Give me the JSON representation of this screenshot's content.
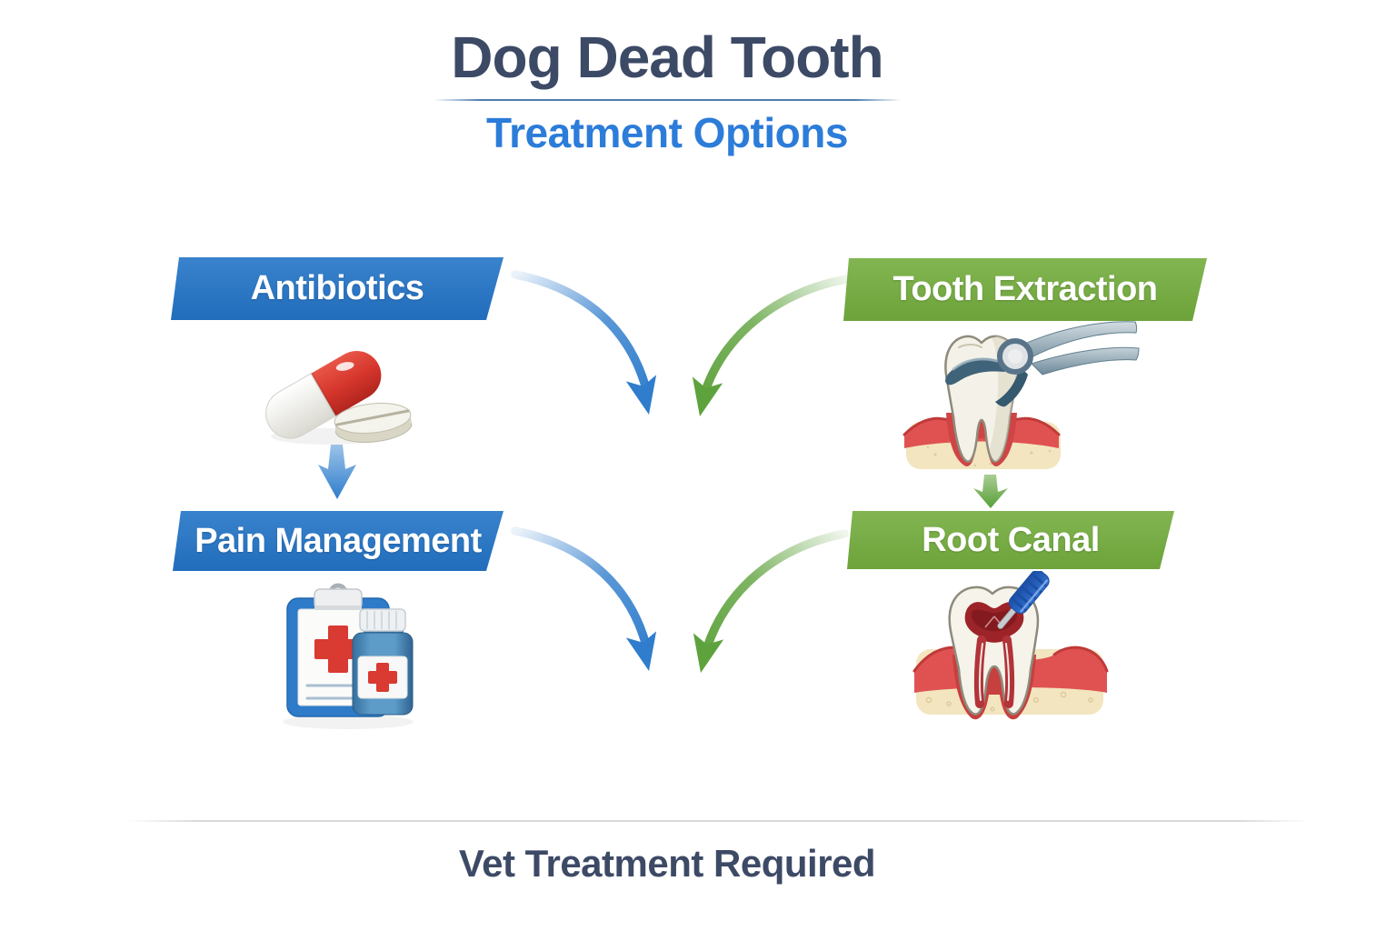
{
  "header": {
    "title": "Dog Dead Tooth",
    "subtitle": "Treatment Options"
  },
  "nodes": [
    {
      "id": "antibiotics",
      "label": "Antibiotics",
      "variant": "blue",
      "icon": "capsule-and-tablet-icon"
    },
    {
      "id": "tooth-extraction",
      "label": "Tooth Extraction",
      "variant": "green",
      "icon": "tooth-forceps-extraction-icon"
    },
    {
      "id": "pain-management",
      "label": "Pain Management",
      "variant": "blue",
      "icon": "clipboard-and-medicine-bottle-icon"
    },
    {
      "id": "root-canal",
      "label": "Root Canal",
      "variant": "green",
      "icon": "tooth-root-canal-file-icon"
    }
  ],
  "connections": [
    {
      "from": "antibiotics",
      "to": "center-top",
      "style": "curved-blue"
    },
    {
      "from": "tooth-extraction",
      "to": "center-top",
      "style": "curved-green"
    },
    {
      "from": "antibiotics-icon",
      "to": "pain-management",
      "style": "short-blue-down"
    },
    {
      "from": "tooth-extraction-icon",
      "to": "root-canal",
      "style": "short-green-down"
    },
    {
      "from": "pain-management",
      "to": "center-bottom",
      "style": "curved-blue"
    },
    {
      "from": "root-canal",
      "to": "center-bottom",
      "style": "curved-green"
    }
  ],
  "footer": {
    "label": "Vet Treatment Required"
  },
  "colors": {
    "title_text": "#3d4a66",
    "subtitle_text": "#2c7cd9",
    "banner_blue": "#2374c7",
    "banner_green": "#74ad3e",
    "arrow_blue": "#2f7dcc",
    "arrow_green": "#5ea23d",
    "footer_text": "#3d4a66",
    "divider": "#d9d9d9",
    "header_rule": "#4e7cb0"
  }
}
